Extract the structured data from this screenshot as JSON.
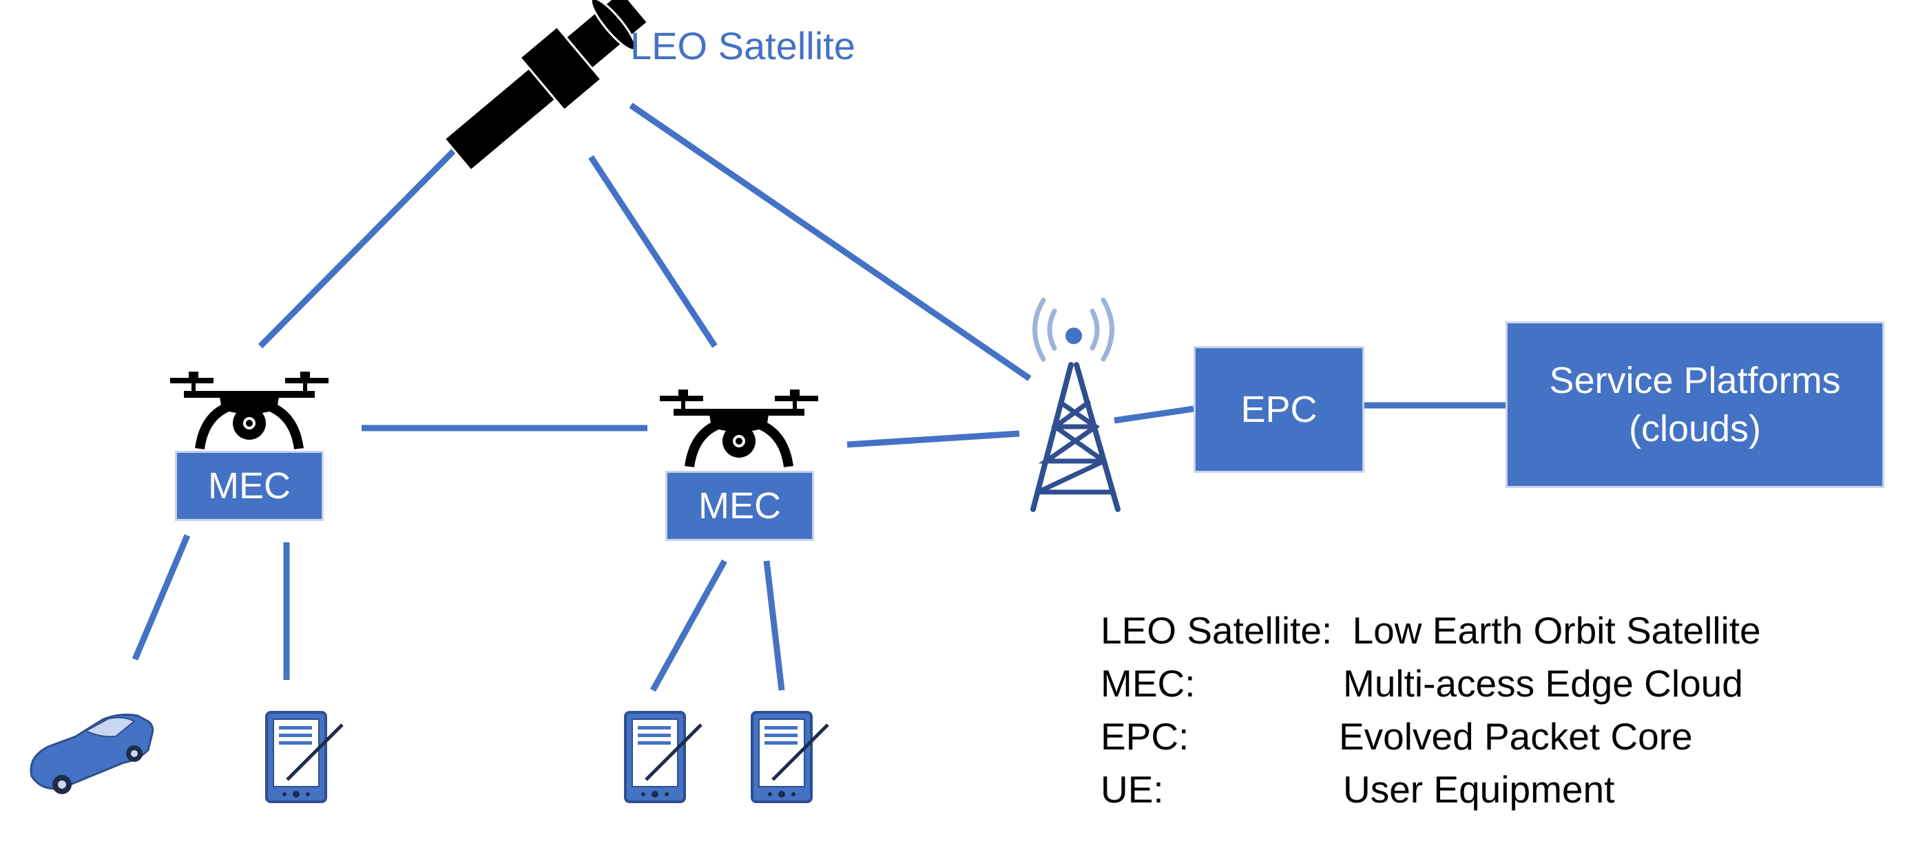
{
  "nodes": {
    "satellite_label": "LEO Satellite",
    "mec_left": "MEC",
    "mec_center": "MEC",
    "epc": "EPC",
    "service_line1": "Service Platforms",
    "service_line2": "(clouds)"
  },
  "legend": [
    {
      "term": "LEO Satellite:",
      "definition": "Low Earth Orbit Satellite"
    },
    {
      "term": "MEC:",
      "definition": "Multi-acess Edge Cloud"
    },
    {
      "term": "EPC:",
      "definition": "Evolved Packet Core"
    },
    {
      "term": "UE:",
      "definition": "User Equipment"
    }
  ],
  "colors": {
    "accent": "#4472c4",
    "box_border": "#c7d3ea",
    "icon_dark": "#000000",
    "tower": "#2f4f8f",
    "signal": "#9db3db"
  },
  "icons": [
    "satellite-icon",
    "drone-icon",
    "cell-tower-icon",
    "car-icon",
    "tablet-icon"
  ]
}
